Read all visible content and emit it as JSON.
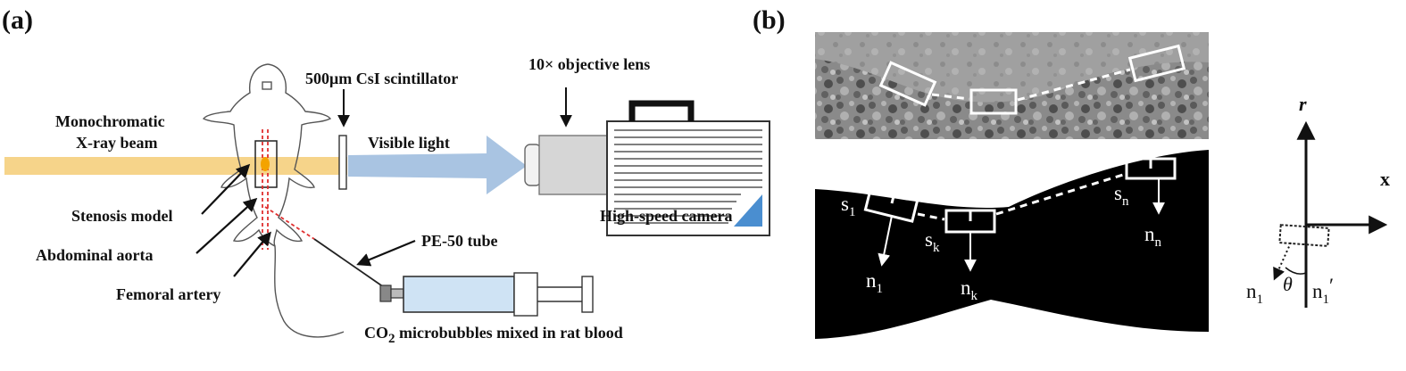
{
  "panel_a": {
    "tag": "(a)",
    "labels": {
      "beam_line1": "Monochromatic",
      "beam_line2": "X-ray beam",
      "scintillator": "500μm CsI scintillator",
      "objective": "10× objective lens",
      "visible_light": "Visible light",
      "stenosis": "Stenosis model",
      "aorta": "Abdominal aorta",
      "femoral": "Femoral artery",
      "tube": "PE-50 tube",
      "camera": "High-speed camera",
      "bubbles_prefix": "CO",
      "bubbles_sub": "2",
      "bubbles_suffix": " microbubbles mixed in rat blood"
    },
    "colors": {
      "xray_beam": "#f6d48a",
      "visible_light": "#a9c4e2",
      "syringe_fluid": "#cfe3f4",
      "vessel": "#e03030"
    }
  },
  "panel_b": {
    "tag": "(b)",
    "segments": [
      {
        "s": "s",
        "s_sub": "1",
        "n": "n",
        "n_sub": "1"
      },
      {
        "s": "s",
        "s_sub": "k",
        "n": "n",
        "n_sub": "k"
      },
      {
        "s": "s",
        "s_sub": "n",
        "n": "n",
        "n_sub": "n"
      }
    ],
    "axes": {
      "r": "r",
      "x": "x",
      "n1": "n",
      "n1_sub": "1",
      "n1p": "n",
      "n1p_sub": "1",
      "n1p_prime": "′",
      "theta": "θ"
    }
  }
}
